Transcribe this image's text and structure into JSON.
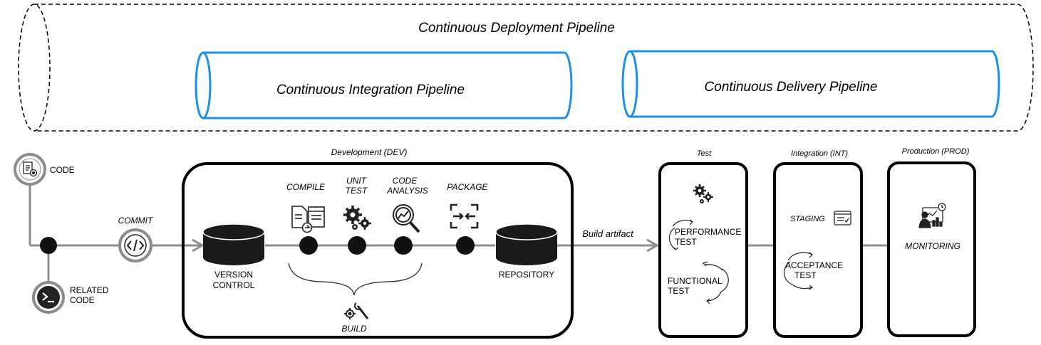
{
  "pipelines": {
    "deployment": "Continuous Deployment Pipeline",
    "integration": "Continuous Integration Pipeline",
    "delivery": "Continuous Delivery Pipeline"
  },
  "source": {
    "code": "CODE",
    "related_code_1": "RELATED",
    "related_code_2": "CODE",
    "commit": "COMMIT"
  },
  "dev": {
    "title": "Development (DEV)",
    "compile": "COMPILE",
    "unit_test_1": "UNIT",
    "unit_test_2": "TEST",
    "code_analysis_1": "CODE",
    "code_analysis_2": "ANALYSIS",
    "package": "PACKAGE",
    "version_control_1": "VERSION",
    "version_control_2": "CONTROL",
    "repository": "REPOSITORY",
    "build": "BUILD"
  },
  "build_artifact": "Build artifact",
  "test_stage": {
    "title": "Test",
    "performance_1": "PERFORMANCE",
    "performance_2": "TEST",
    "functional_1": "FUNCTIONAL",
    "functional_2": "TEST"
  },
  "int_stage": {
    "title": "Integration (INT)",
    "staging": "STAGING",
    "acceptance_1": "ACCEPTANCE",
    "acceptance_2": "TEST"
  },
  "prod_stage": {
    "title": "Production (PROD)",
    "monitoring": "MONITORING"
  },
  "colors": {
    "pipeline_blue": "#1E90E8",
    "connector_gray": "#8C8C8C",
    "dark": "#1a1a1a"
  },
  "icons": {
    "code": "document-gear-icon",
    "related_code": "terminal-icon",
    "commit": "code-brackets-icon",
    "compile": "document-compile-icon",
    "unit_test": "gears-icon",
    "code_analysis": "magnifier-chart-icon",
    "package": "package-arrows-icon",
    "build": "wrench-gear-icon",
    "test": "gears-icon",
    "staging": "checklist-icon",
    "monitoring": "dashboard-person-icon"
  }
}
